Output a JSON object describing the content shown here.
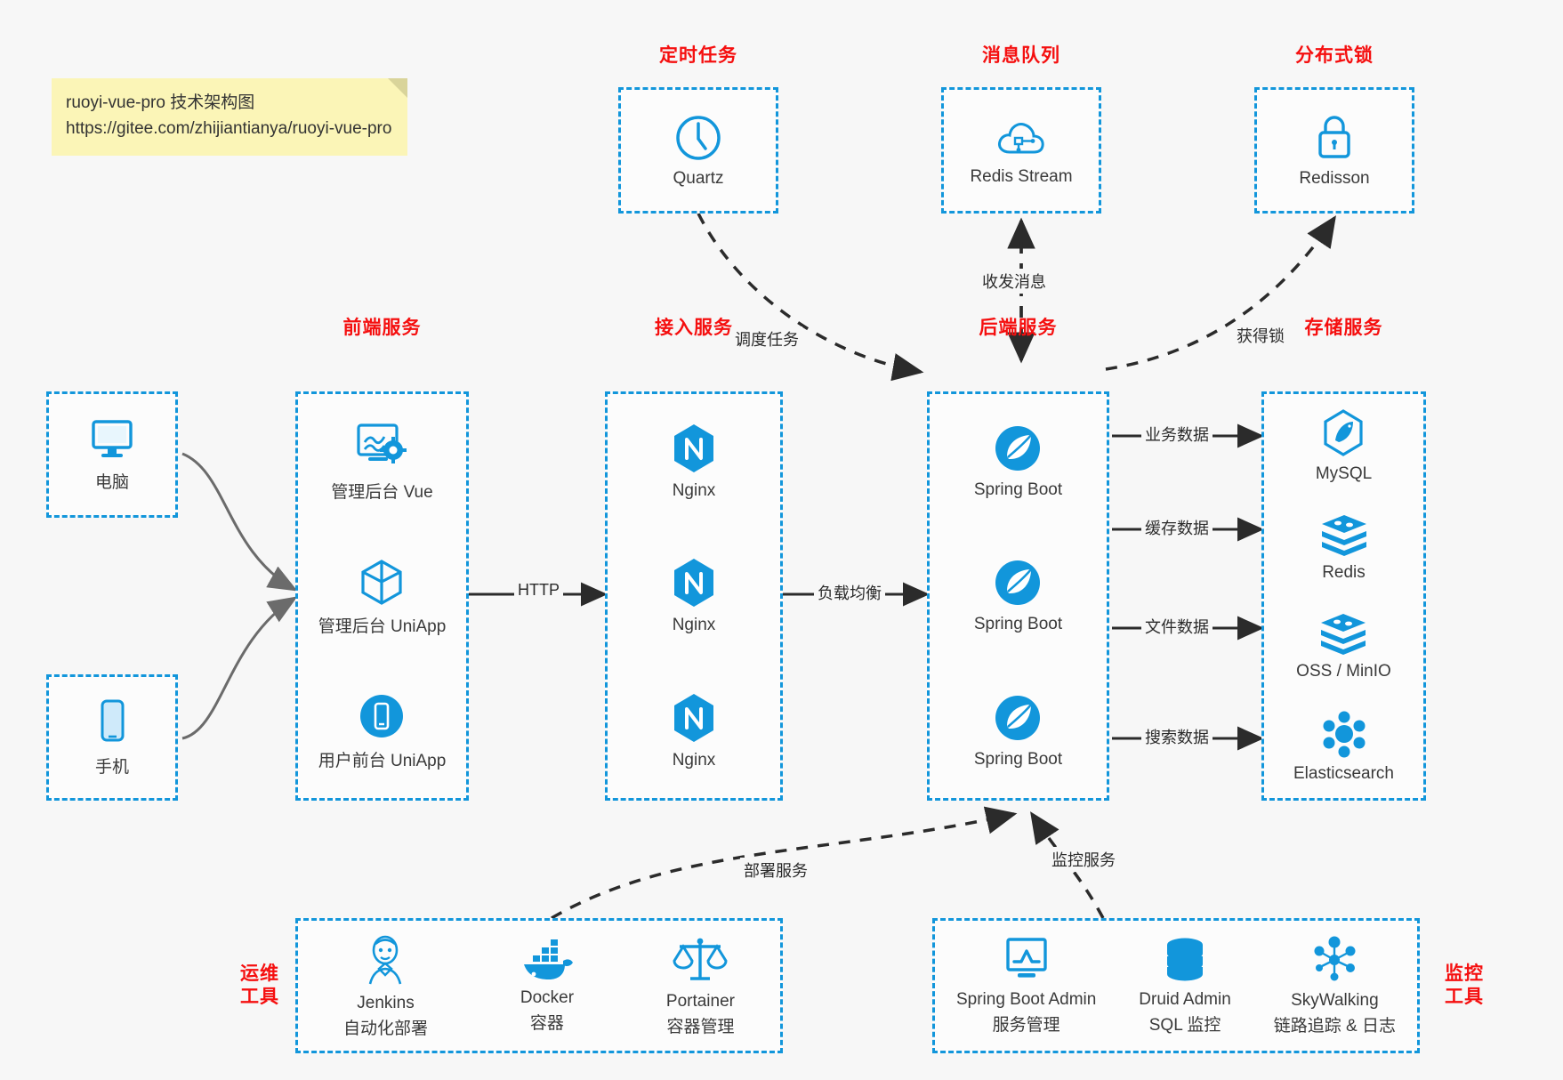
{
  "note": {
    "line1": "ruoyi-vue-pro 技术架构图",
    "line2": "https://gitee.com/zhijiantianya/ruoyi-vue-pro"
  },
  "sections": {
    "scheduler": "定时任务",
    "mq": "消息队列",
    "lock": "分布式锁",
    "frontend": "前端服务",
    "gateway": "接入服务",
    "backend": "后端服务",
    "storage": "存储服务",
    "devops_line1": "运维",
    "devops_line2": "工具",
    "monitor_line1": "监控",
    "monitor_line2": "工具"
  },
  "clients": [
    {
      "label": "电脑",
      "icon": "desktop-computer-icon"
    },
    {
      "label": "手机",
      "icon": "mobile-phone-icon"
    }
  ],
  "scheduler_nodes": [
    {
      "label": "Quartz",
      "icon": "clock-icon"
    }
  ],
  "mq_nodes": [
    {
      "label": "Redis Stream",
      "icon": "cloud-stream-icon"
    }
  ],
  "lock_nodes": [
    {
      "label": "Redisson",
      "icon": "padlock-icon"
    }
  ],
  "frontend_nodes": [
    {
      "label": "管理后台 Vue",
      "icon": "dashboard-gear-icon"
    },
    {
      "label": "管理后台 UniApp",
      "icon": "cube-icon"
    },
    {
      "label": "用户前台 UniApp",
      "icon": "phone-app-icon"
    }
  ],
  "gateway_nodes": [
    {
      "label": "Nginx",
      "icon": "nginx-icon"
    },
    {
      "label": "Nginx",
      "icon": "nginx-icon"
    },
    {
      "label": "Nginx",
      "icon": "nginx-icon"
    }
  ],
  "backend_nodes": [
    {
      "label": "Spring Boot",
      "icon": "spring-leaf-icon"
    },
    {
      "label": "Spring Boot",
      "icon": "spring-leaf-icon"
    },
    {
      "label": "Spring Boot",
      "icon": "spring-leaf-icon"
    }
  ],
  "storage_nodes": [
    {
      "label": "MySQL",
      "icon": "mysql-dolphin-icon"
    },
    {
      "label": "Redis",
      "icon": "redis-stack-icon"
    },
    {
      "label": "OSS / MinIO",
      "icon": "redis-stack-icon"
    },
    {
      "label": "Elasticsearch",
      "icon": "elasticsearch-icon"
    }
  ],
  "devops_nodes": [
    {
      "label": "Jenkins",
      "sub": "自动化部署",
      "icon": "jenkins-butler-icon"
    },
    {
      "label": "Docker",
      "sub": "容器",
      "icon": "docker-whale-icon"
    },
    {
      "label": "Portainer",
      "sub": "容器管理",
      "icon": "scales-icon"
    }
  ],
  "monitor_nodes": [
    {
      "label": "Spring Boot Admin",
      "sub": "服务管理",
      "icon": "monitor-chart-icon"
    },
    {
      "label": "Druid Admin",
      "sub": "SQL 监控",
      "icon": "database-icon"
    },
    {
      "label": "SkyWalking",
      "sub": "链路追踪 & 日志",
      "icon": "skywalking-node-icon"
    }
  ],
  "edges": {
    "http": "HTTP",
    "load_balance": "负载均衡",
    "schedule_task": "调度任务",
    "send_receive_msg": "收发消息",
    "acquire_lock": "获得锁",
    "business_data": "业务数据",
    "cache_data": "缓存数据",
    "file_data": "文件数据",
    "search_data": "搜索数据",
    "deploy_service": "部署服务",
    "monitor_service": "监控服务"
  },
  "colors": {
    "accent": "#1296db",
    "section_title": "#f50f0f",
    "background": "#f7f7f7",
    "note_bg": "#fbf5b7"
  }
}
